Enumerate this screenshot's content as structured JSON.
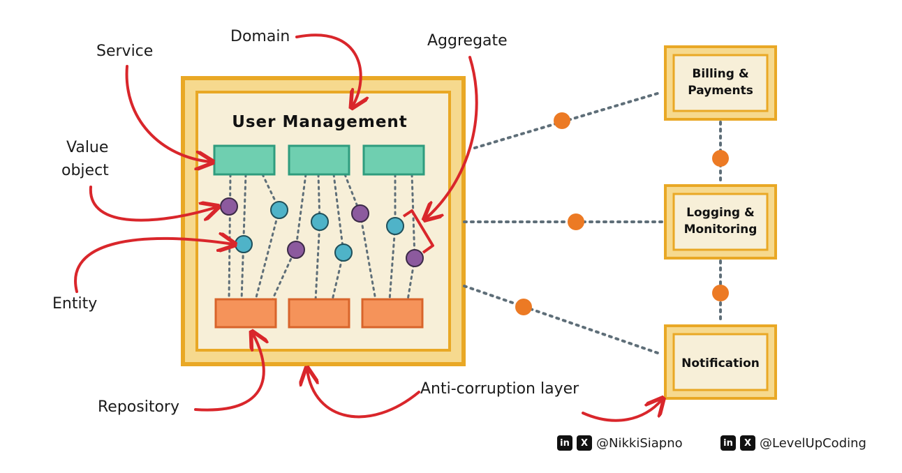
{
  "domain": {
    "title": "User Management",
    "services": 3,
    "repositories": 3
  },
  "labels": {
    "service": "Service",
    "domain": "Domain",
    "aggregate": "Aggregate",
    "value_object": [
      "Value",
      "object"
    ],
    "entity": "Entity",
    "repository": "Repository",
    "anti_corruption": "Anti-corruption layer"
  },
  "contexts": [
    {
      "name_lines": [
        "Billing &",
        "Payments"
      ]
    },
    {
      "name_lines": [
        "Logging &",
        "Monitoring"
      ]
    },
    {
      "name_lines": [
        "Notification"
      ]
    }
  ],
  "credits": [
    {
      "icons": [
        "in",
        "X"
      ],
      "handle": "@NikkiSiapno"
    },
    {
      "icons": [
        "in",
        "X"
      ],
      "handle": "@LevelUpCoding"
    }
  ],
  "colors": {
    "frame": "#E9A825",
    "frame_fill": "#F6D98E",
    "inner": "#F7EFD8",
    "service": "#6FCFB0",
    "service_stroke": "#2F9C7E",
    "repository": "#F5935A",
    "repository_stroke": "#D8642B",
    "value_object": "#8C5A9E",
    "entity": "#4FB3C8",
    "arrow": "#D9262B",
    "connector_dot": "#EC7A24",
    "dotted": "#5E6E78"
  }
}
